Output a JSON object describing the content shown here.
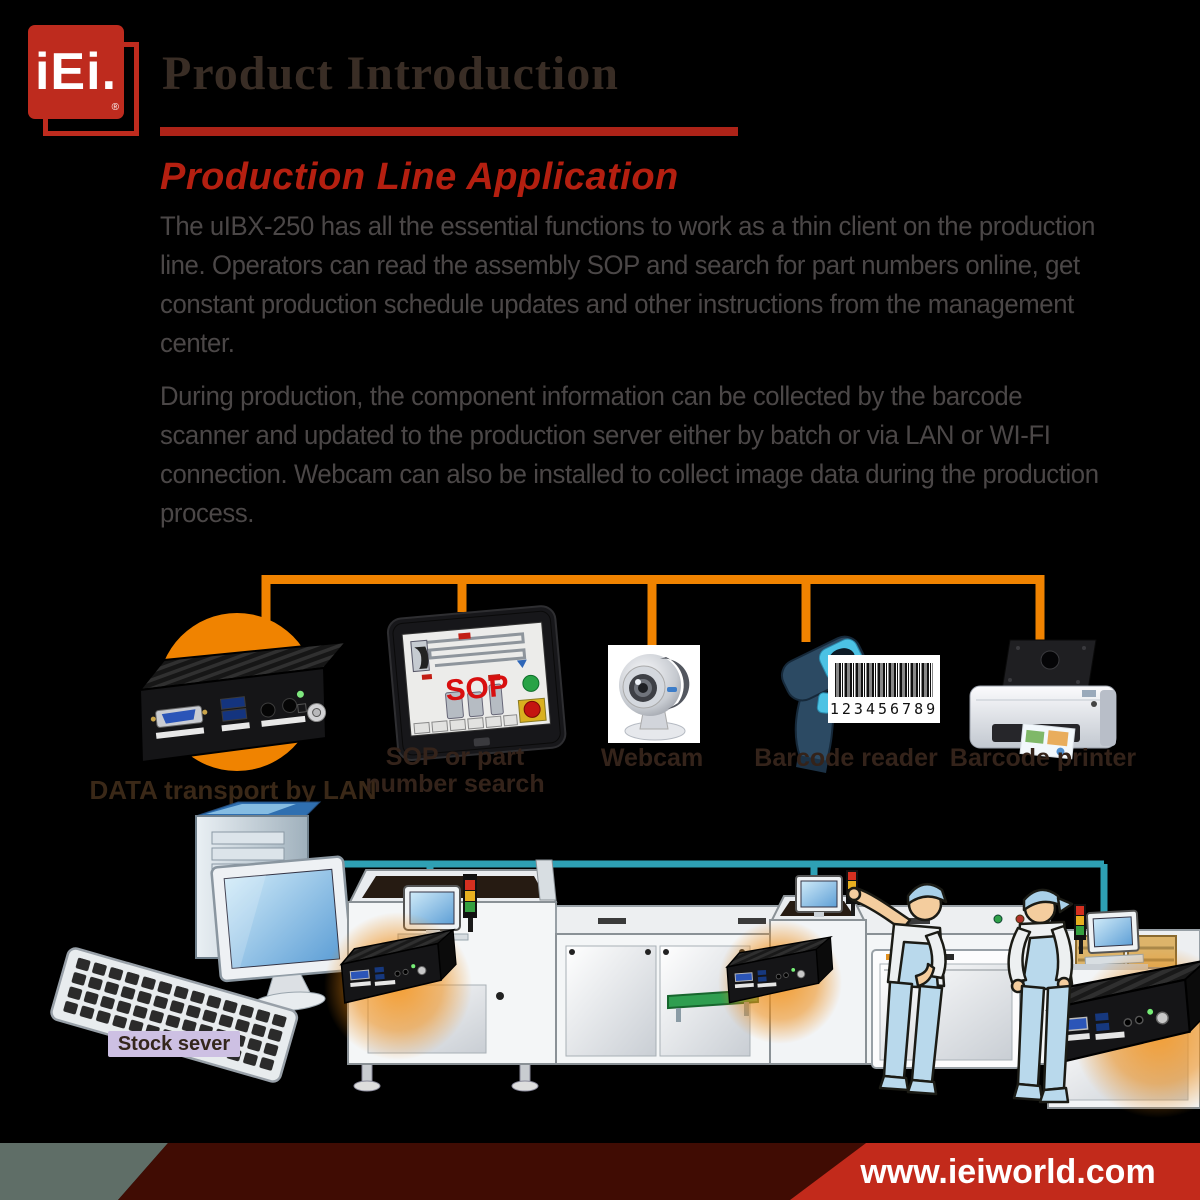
{
  "logo": {
    "text": "iEi.",
    "reg": "®",
    "color": "#BE2B1E"
  },
  "header": {
    "title": "Product Introduction",
    "rule_color": "#AD2318"
  },
  "intro": {
    "heading": "Production Line Application",
    "heading_color": "#B41F10",
    "paragraph1": "The uIBX-250 has all the essential functions to work as a thin client on the production line. Operators can read the assembly SOP and search for part numbers online, get constant production schedule updates and other instructions from the management center.",
    "paragraph2": "During production, the component information can be collected by the barcode scanner and updated to the production server either by batch or via LAN or WI-FI connection. Webcam can also be installed to collect image data during the production process."
  },
  "diagram": {
    "connector_color": "#F08300",
    "uibx_label": "DATA transport by LAN",
    "panel_label_line1": "SOP or part",
    "panel_label_line2": "number search",
    "panel_screen_text": "SOP",
    "webcam_label": "Webcam",
    "barcode_reader_label": "Barcode reader",
    "barcode_digits": "123456789",
    "barcode_printer_label": "Barcode printer"
  },
  "production": {
    "server_badge": "Stock sever",
    "badge_bg": "#CDC0E3",
    "network_color": "#2EA0B4",
    "glow_color": "#F08300"
  },
  "footer": {
    "url": "www.ieiworld.com",
    "bar_red": "#C22A1B",
    "bar_maroon": "#400C03",
    "bar_sage": "#5F6E67"
  }
}
